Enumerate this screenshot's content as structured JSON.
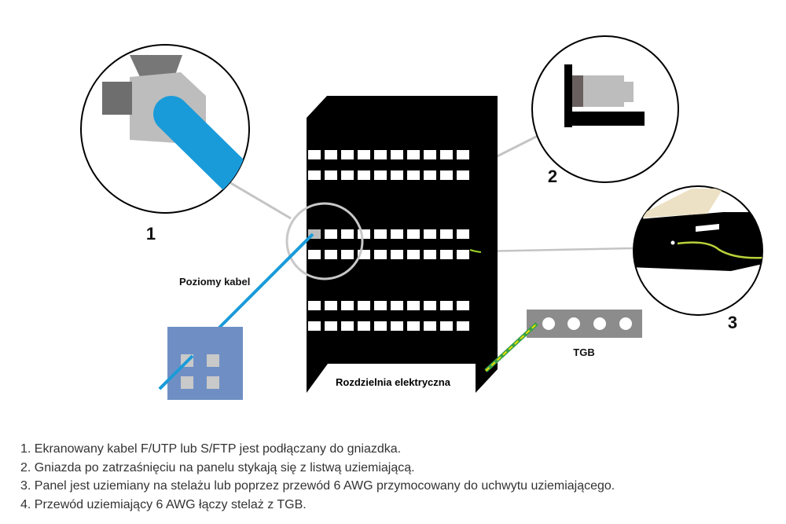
{
  "labels": {
    "callout_1": "1",
    "callout_2": "2",
    "callout_3": "3",
    "horizontal_cable": "Poziomy kabel",
    "tgb": "TGB",
    "cabinet": "Rozdzielnia elektryczna"
  },
  "legend": [
    "1. Ekranowany kabel F/UTP lub S/FTP jest podłączany do gniazdka.",
    "2. Gniazda po zatrzaśnięciu na panelu stykają się z listwą uziemiającą.",
    "3. Panel jest uziemiany na stelażu lub poprzez przewód 6 AWG przymocowany do uchwytu uziemiającego.",
    "4. Przewód uziemiający 6 AWG łączy stelaż z TGB."
  ],
  "colors": {
    "cabinet": "#000000",
    "port": "#ffffff",
    "cable": "#1a9bd9",
    "ground_wire_yellow": "#e8e000",
    "ground_wire_green": "#3aa04a",
    "outlet": "#6f8fc4",
    "outlet_jack": "#c9c9c9",
    "tgb_bar": "#8c8c8c",
    "connector_grey": "#bdbdbd",
    "connector_dark": "#6e6e6e",
    "guide_line": "#bdbdbd",
    "panel_tan": "#ece1c4"
  }
}
